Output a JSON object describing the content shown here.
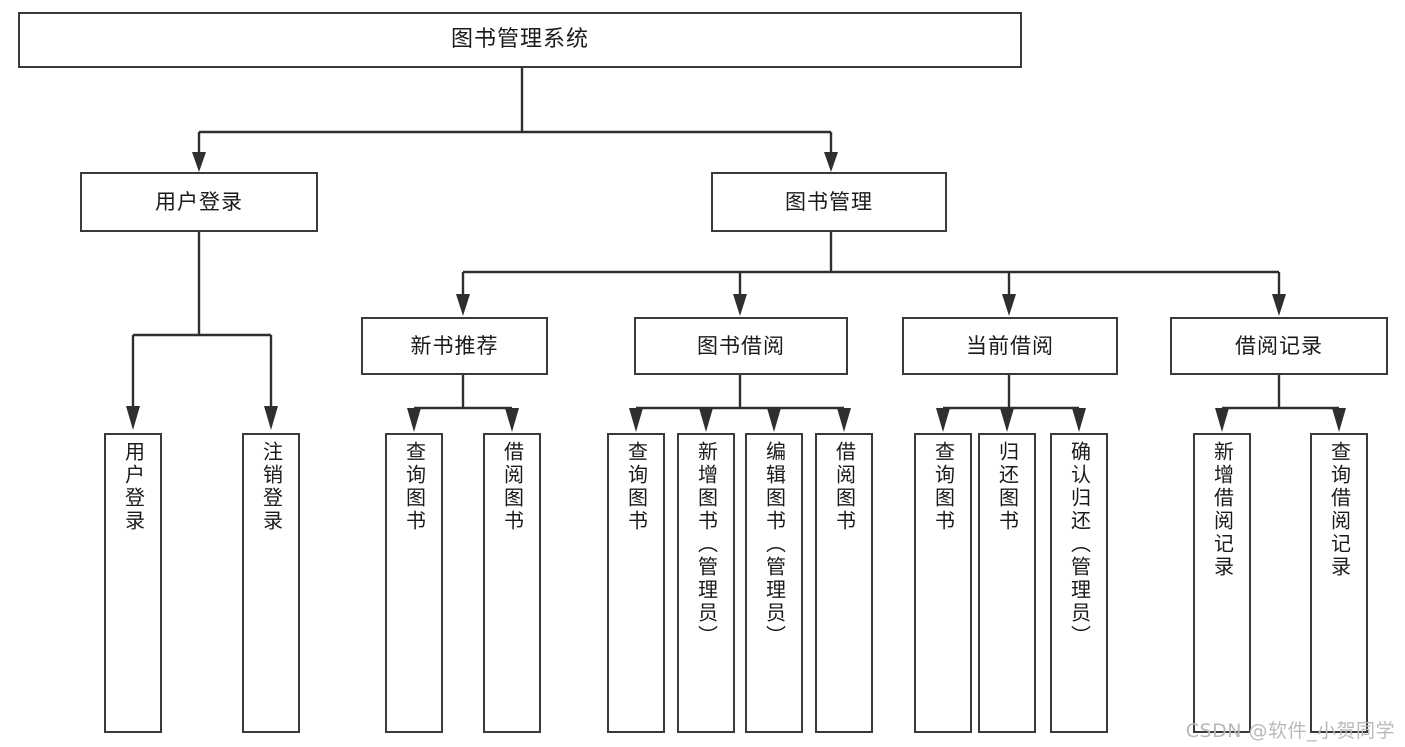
{
  "diagram": {
    "title": "图书管理系统",
    "type": "hierarchy-tree",
    "colors": {
      "box_border": "#3a3a3a",
      "box_fill": "#ffffff",
      "line": "#2f2f2f",
      "text": "#1a1a1a",
      "watermark": "#b9b9b9"
    },
    "levels": {
      "root": "图书管理系统",
      "level2": [
        "用户登录",
        "图书管理"
      ],
      "level3": [
        "新书推荐",
        "图书借阅",
        "当前借阅",
        "借阅记录"
      ]
    },
    "nodes": {
      "root": {
        "label": "图书管理系统"
      },
      "user_login": {
        "label": "用户登录"
      },
      "book_manage": {
        "label": "图书管理"
      },
      "new_book_rec": {
        "label": "新书推荐"
      },
      "book_borrow": {
        "label": "图书借阅"
      },
      "current_borrow": {
        "label": "当前借阅"
      },
      "borrow_record": {
        "label": "借阅记录"
      }
    },
    "leaves": {
      "user_login": [
        {
          "label": "用户登录"
        },
        {
          "label": "注销登录"
        }
      ],
      "new_book_rec": [
        {
          "label": "查询图书"
        },
        {
          "label": "借阅图书"
        }
      ],
      "book_borrow": [
        {
          "label": "查询图书"
        },
        {
          "label": "新增图书（管理员）"
        },
        {
          "label": "编辑图书（管理员）"
        },
        {
          "label": "借阅图书"
        }
      ],
      "current_borrow": [
        {
          "label": "查询图书"
        },
        {
          "label": "归还图书"
        },
        {
          "label": "确认归还（管理员）"
        }
      ],
      "borrow_record": [
        {
          "label": "新增借阅记录"
        },
        {
          "label": "查询借阅记录"
        }
      ]
    },
    "watermark": "CSDN @软件_小贺同学"
  }
}
